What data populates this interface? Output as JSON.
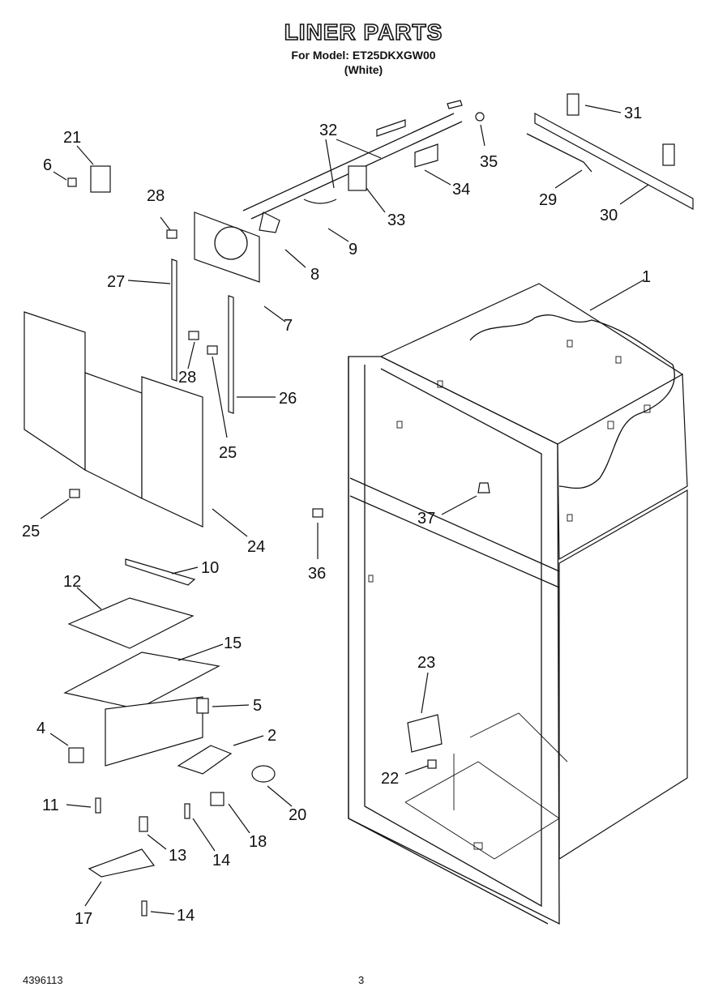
{
  "header": {
    "title": "LINER PARTS",
    "model_line": "For Model: ET25DKXGW00",
    "variant": "(White)"
  },
  "footer": {
    "doc_number": "4396113",
    "page_number": "3"
  },
  "callouts": [
    {
      "id": "c1",
      "label": "1"
    },
    {
      "id": "c2",
      "label": "2"
    },
    {
      "id": "c4",
      "label": "4"
    },
    {
      "id": "c5",
      "label": "5"
    },
    {
      "id": "c6",
      "label": "6"
    },
    {
      "id": "c7",
      "label": "7"
    },
    {
      "id": "c8",
      "label": "8"
    },
    {
      "id": "c9",
      "label": "9"
    },
    {
      "id": "c10",
      "label": "10"
    },
    {
      "id": "c11",
      "label": "11"
    },
    {
      "id": "c12",
      "label": "12"
    },
    {
      "id": "c13",
      "label": "13"
    },
    {
      "id": "c14a",
      "label": "14"
    },
    {
      "id": "c14b",
      "label": "14"
    },
    {
      "id": "c15",
      "label": "15"
    },
    {
      "id": "c17",
      "label": "17"
    },
    {
      "id": "c18",
      "label": "18"
    },
    {
      "id": "c20",
      "label": "20"
    },
    {
      "id": "c21",
      "label": "21"
    },
    {
      "id": "c22",
      "label": "22"
    },
    {
      "id": "c23",
      "label": "23"
    },
    {
      "id": "c24",
      "label": "24"
    },
    {
      "id": "c25a",
      "label": "25"
    },
    {
      "id": "c25b",
      "label": "25"
    },
    {
      "id": "c26",
      "label": "26"
    },
    {
      "id": "c27",
      "label": "27"
    },
    {
      "id": "c28a",
      "label": "28"
    },
    {
      "id": "c28b",
      "label": "28"
    },
    {
      "id": "c29",
      "label": "29"
    },
    {
      "id": "c30",
      "label": "30"
    },
    {
      "id": "c31",
      "label": "31"
    },
    {
      "id": "c32",
      "label": "32"
    },
    {
      "id": "c33",
      "label": "33"
    },
    {
      "id": "c34",
      "label": "34"
    },
    {
      "id": "c35",
      "label": "35"
    },
    {
      "id": "c36",
      "label": "36"
    },
    {
      "id": "c37",
      "label": "37"
    }
  ]
}
